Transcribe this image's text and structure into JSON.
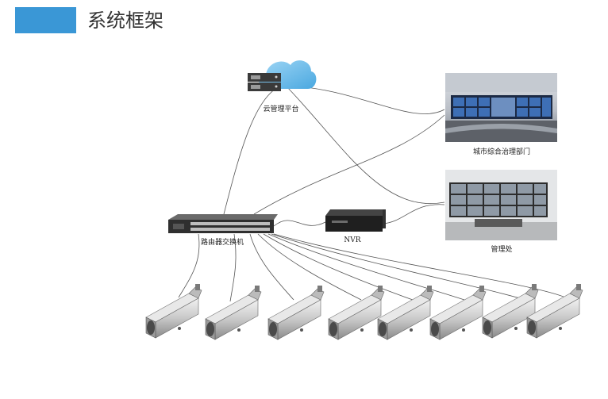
{
  "header": {
    "title": "系统框架",
    "accent_color": "#3a97d6"
  },
  "nodes": {
    "cloud": {
      "label": "云管理平台",
      "icon": "cloud-server-icon"
    },
    "city_dept": {
      "label": "城市综合治理部门",
      "icon": "control-room-photo"
    },
    "mgmt_office": {
      "label": "管理处",
      "icon": "video-wall-photo"
    },
    "switch": {
      "label": "路由器交换机",
      "icon": "network-switch-icon"
    },
    "nvr": {
      "label": "NVR",
      "icon": "nvr-icon"
    }
  },
  "cameras": [
    {
      "icon": "camera-icon"
    },
    {
      "icon": "camera-icon"
    },
    {
      "icon": "camera-icon"
    },
    {
      "icon": "camera-icon"
    },
    {
      "icon": "camera-icon"
    },
    {
      "icon": "camera-icon"
    },
    {
      "icon": "camera-icon"
    },
    {
      "icon": "camera-icon"
    }
  ]
}
